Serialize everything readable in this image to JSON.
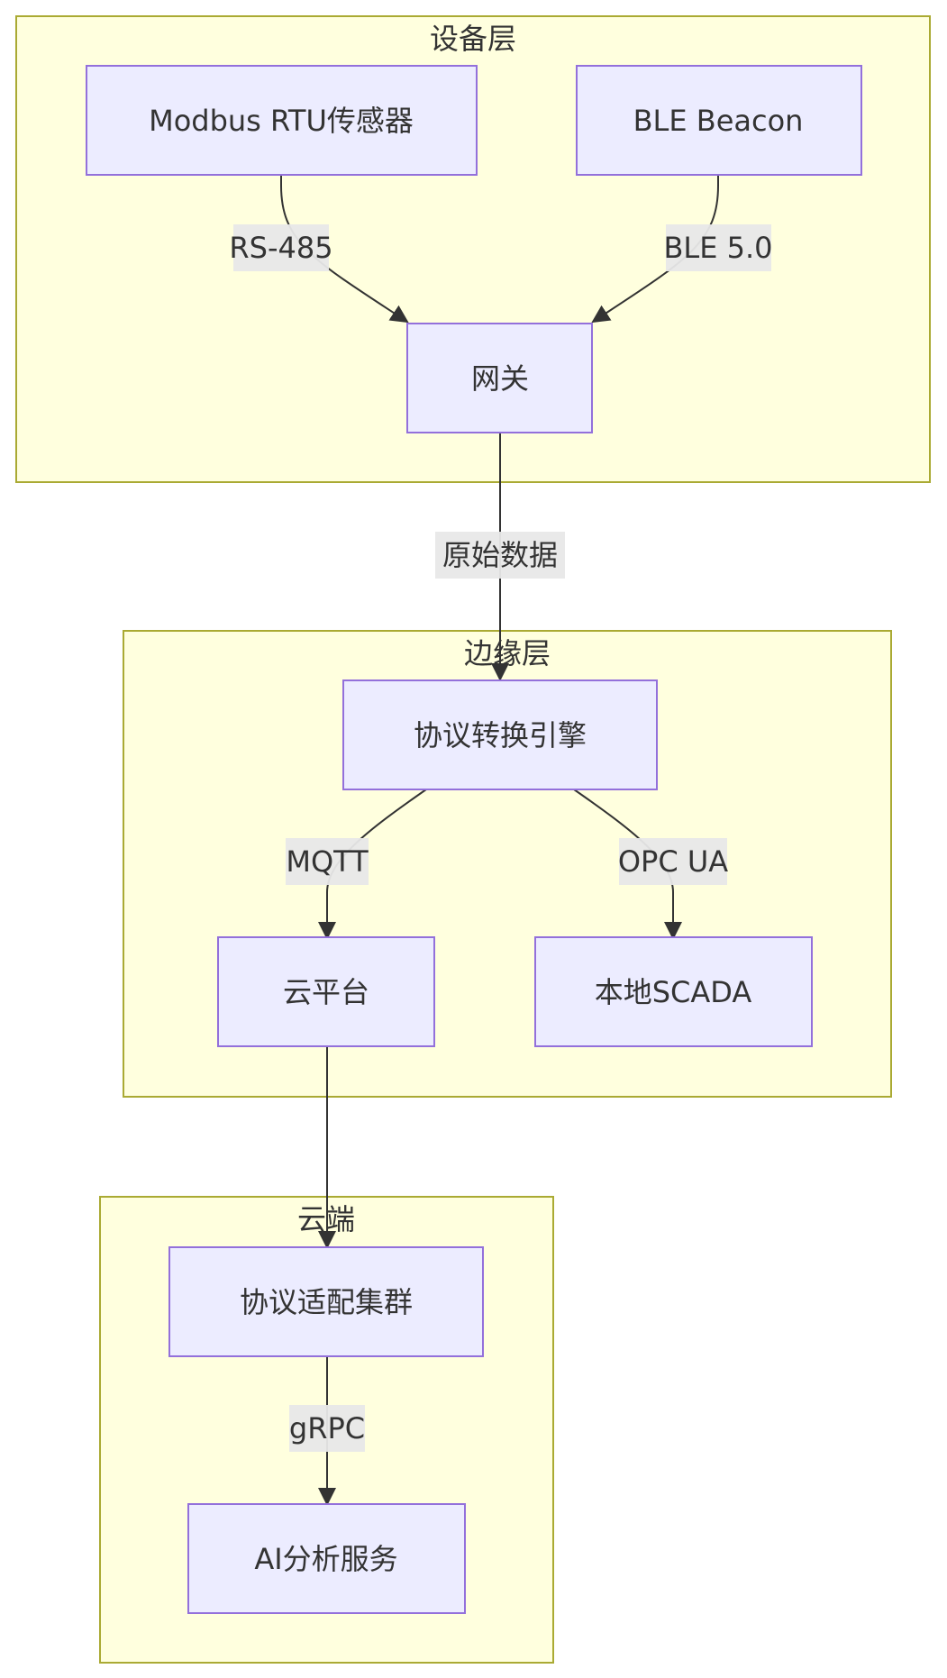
{
  "colors": {
    "cluster_fill": "#ffffde",
    "cluster_stroke": "#aaaa33",
    "node_fill": "#ececff",
    "node_stroke": "#9370db",
    "edge": "#333333",
    "edge_label_bg": "#e8e8e8",
    "text": "#333333"
  },
  "clusters": {
    "device": {
      "title": "设备层"
    },
    "edge": {
      "title": "边缘层"
    },
    "cloud": {
      "title": "云端"
    }
  },
  "nodes": {
    "modbus": {
      "label": "Modbus RTU传感器"
    },
    "ble": {
      "label": "BLE Beacon"
    },
    "gateway": {
      "label": "网关"
    },
    "converter": {
      "label": "协议转换引擎"
    },
    "cloud_platform": {
      "label": "云平台"
    },
    "scada": {
      "label": "本地SCADA"
    },
    "adapter": {
      "label": "协议适配集群"
    },
    "ai": {
      "label": "AI分析服务"
    }
  },
  "edges": {
    "modbus_gateway": {
      "from": "modbus",
      "to": "gateway",
      "label": "RS-485"
    },
    "ble_gateway": {
      "from": "ble",
      "to": "gateway",
      "label": "BLE 5.0"
    },
    "gateway_converter": {
      "from": "gateway",
      "to": "converter",
      "label": "原始数据"
    },
    "converter_cloud": {
      "from": "converter",
      "to": "cloud_platform",
      "label": "MQTT"
    },
    "converter_scada": {
      "from": "converter",
      "to": "scada",
      "label": "OPC UA"
    },
    "cloud_adapter": {
      "from": "cloud_platform",
      "to": "adapter",
      "label": ""
    },
    "adapter_ai": {
      "from": "adapter",
      "to": "ai",
      "label": "gRPC"
    }
  }
}
